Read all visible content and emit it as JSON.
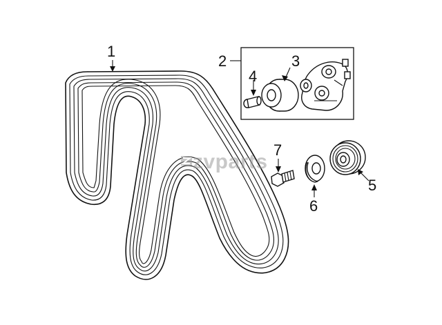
{
  "diagram": {
    "callouts": {
      "belt": "1",
      "tensioner_assembly": "2",
      "pulley": "3",
      "bolt": "4",
      "idler_pulley": "5",
      "washer": "6",
      "idler_bolt": "7"
    },
    "watermark": "zvparts"
  }
}
